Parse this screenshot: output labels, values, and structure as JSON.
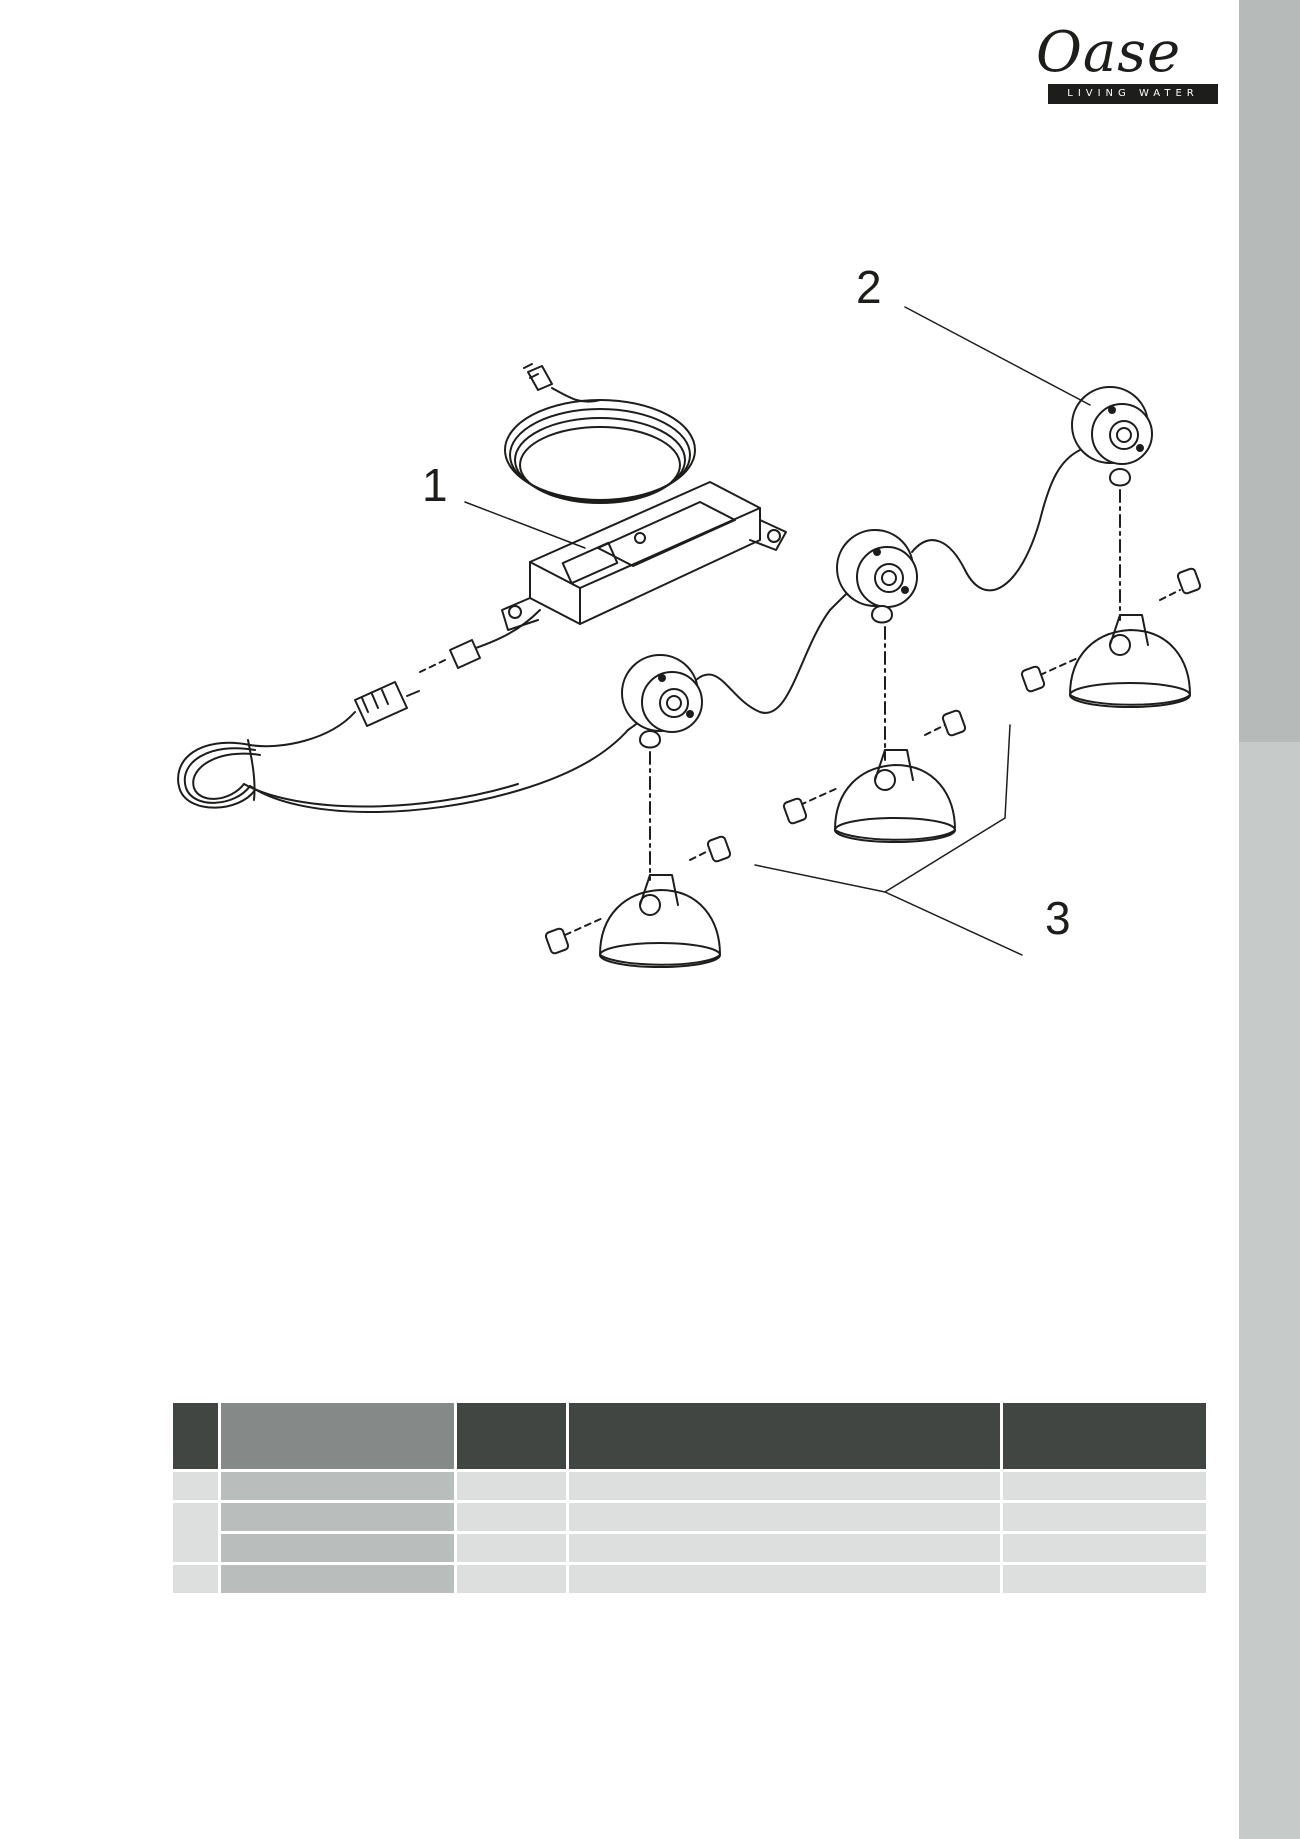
{
  "brand": {
    "name": "Oase",
    "tagline": "LIVING WATER"
  },
  "callouts": [
    "1",
    "2",
    "3"
  ],
  "table": {
    "headers": [
      "",
      "",
      "",
      "",
      ""
    ],
    "rows": [
      [
        "",
        "",
        "",
        "",
        ""
      ],
      [
        "",
        "",
        "",
        "",
        ""
      ],
      [
        "",
        "",
        "",
        "",
        ""
      ],
      [
        "",
        "",
        "",
        "",
        ""
      ]
    ]
  }
}
